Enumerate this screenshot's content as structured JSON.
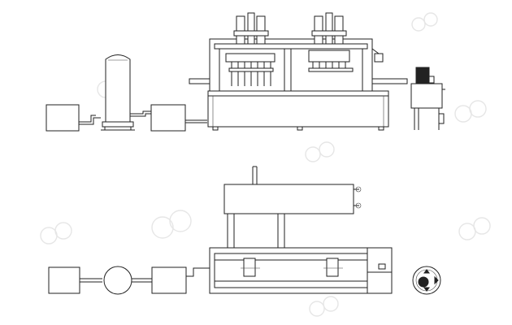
{
  "diagram": {
    "views": [
      "front-elevation",
      "top-plan"
    ],
    "line_color": "#222222",
    "background": "#ffffff",
    "watermark_color": "#e6e6e6",
    "watermark_icon": "gg-logo-watermark",
    "components_front": [
      "buffer-tank",
      "air-storage-tank",
      "outlet-tank",
      "filling-machine",
      "hydraulic-station"
    ],
    "components_top": [
      "buffer-tank",
      "round-pump",
      "outlet-tank",
      "filling-machine",
      "turntable-unit"
    ]
  }
}
